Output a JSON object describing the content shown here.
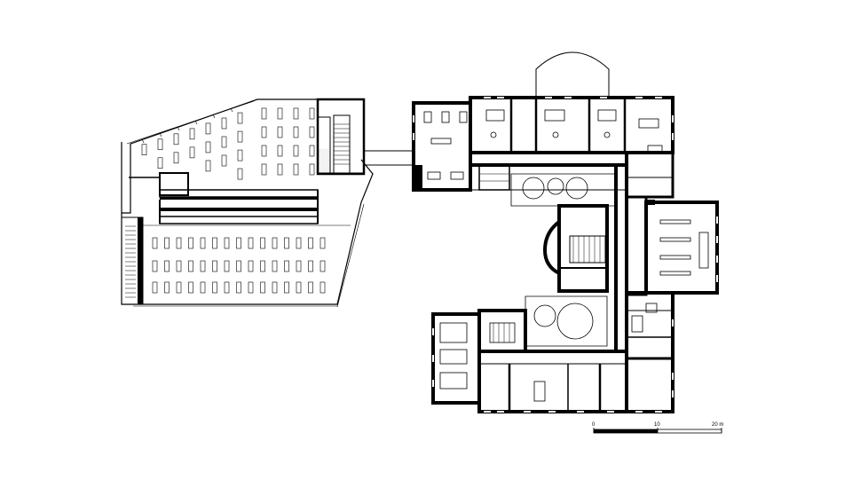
{
  "scale_bar": {
    "labels": [
      "0",
      "10",
      "20 m"
    ]
  },
  "colors": {
    "wall": "#000000",
    "line": "#000000",
    "background": "#ffffff"
  }
}
